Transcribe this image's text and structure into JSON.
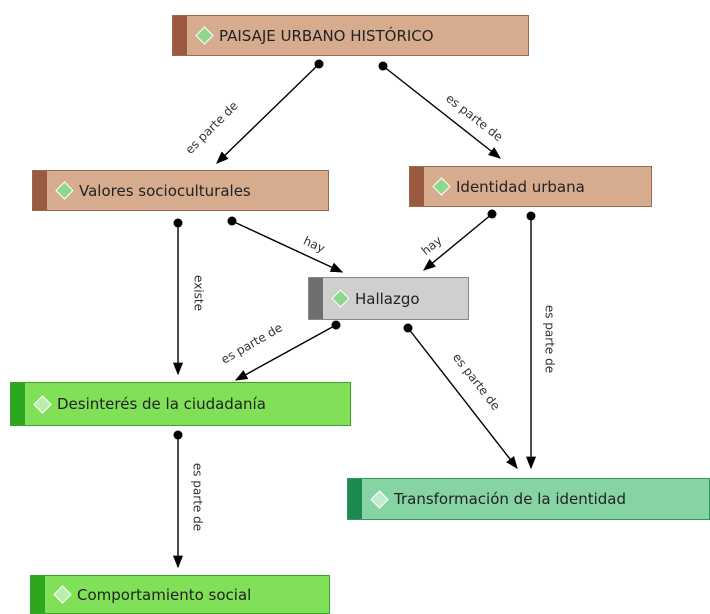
{
  "nodes": {
    "paisaje": "PAISAJE URBANO HISTÓRICO",
    "valores": "Valores socioculturales",
    "identidad": "Identidad urbana",
    "hallazgo": "Hallazgo",
    "desinteres": "Desinterés de la ciudadanía",
    "transformacion": "Transformación de la identidad",
    "comportamiento": "Comportamiento social"
  },
  "edges": [
    {
      "from": "paisaje",
      "to": "valores",
      "label": "es parte de"
    },
    {
      "from": "paisaje",
      "to": "identidad",
      "label": "es parte de"
    },
    {
      "from": "valores",
      "to": "hallazgo",
      "label": "hay"
    },
    {
      "from": "identidad",
      "to": "hallazgo",
      "label": "hay"
    },
    {
      "from": "valores",
      "to": "desinteres",
      "label": "existe"
    },
    {
      "from": "hallazgo",
      "to": "desinteres",
      "label": "es parte de"
    },
    {
      "from": "hallazgo",
      "to": "transformacion",
      "label": "es parte de"
    },
    {
      "from": "identidad",
      "to": "transformacion",
      "label": "es parte de"
    },
    {
      "from": "desinteres",
      "to": "comportamiento",
      "label": "es parte de"
    }
  ],
  "colors": {
    "brown": "#d7ac8e",
    "gray": "#cfcfcf",
    "green": "#80e058",
    "teal": "#86d3a4",
    "edge": "#000000"
  }
}
